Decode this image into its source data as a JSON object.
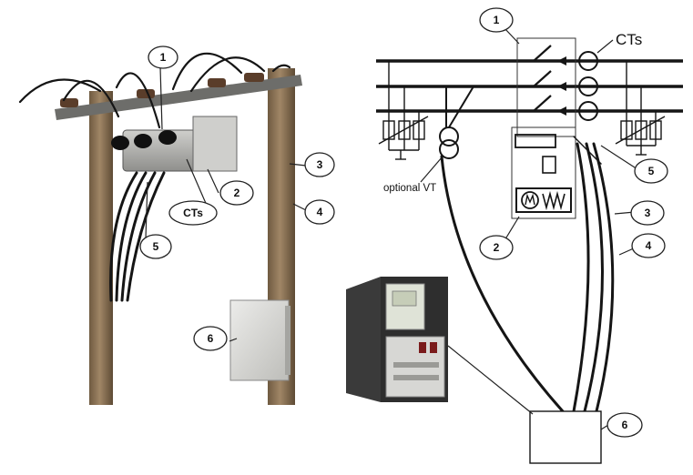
{
  "photo": {
    "callouts": [
      {
        "id": "1",
        "label": "1"
      },
      {
        "id": "2",
        "label": "2"
      },
      {
        "id": "3",
        "label": "3"
      },
      {
        "id": "4",
        "label": "4"
      },
      {
        "id": "5",
        "label": "5"
      },
      {
        "id": "6",
        "label": "6"
      }
    ],
    "cts_label": "CTs"
  },
  "schematic": {
    "callouts": [
      {
        "id": "1",
        "label": "1"
      },
      {
        "id": "2",
        "label": "2"
      },
      {
        "id": "3",
        "label": "3"
      },
      {
        "id": "4",
        "label": "4"
      },
      {
        "id": "5",
        "label": "5"
      },
      {
        "id": "6",
        "label": "6"
      }
    ],
    "cts_label": "CTs",
    "vt_label": "optional VT"
  },
  "colors": {
    "pole": "#8a7356",
    "cabinet_dark": "#2e2e2e",
    "box_grey": "#d9d9d6",
    "line": "#151515"
  }
}
